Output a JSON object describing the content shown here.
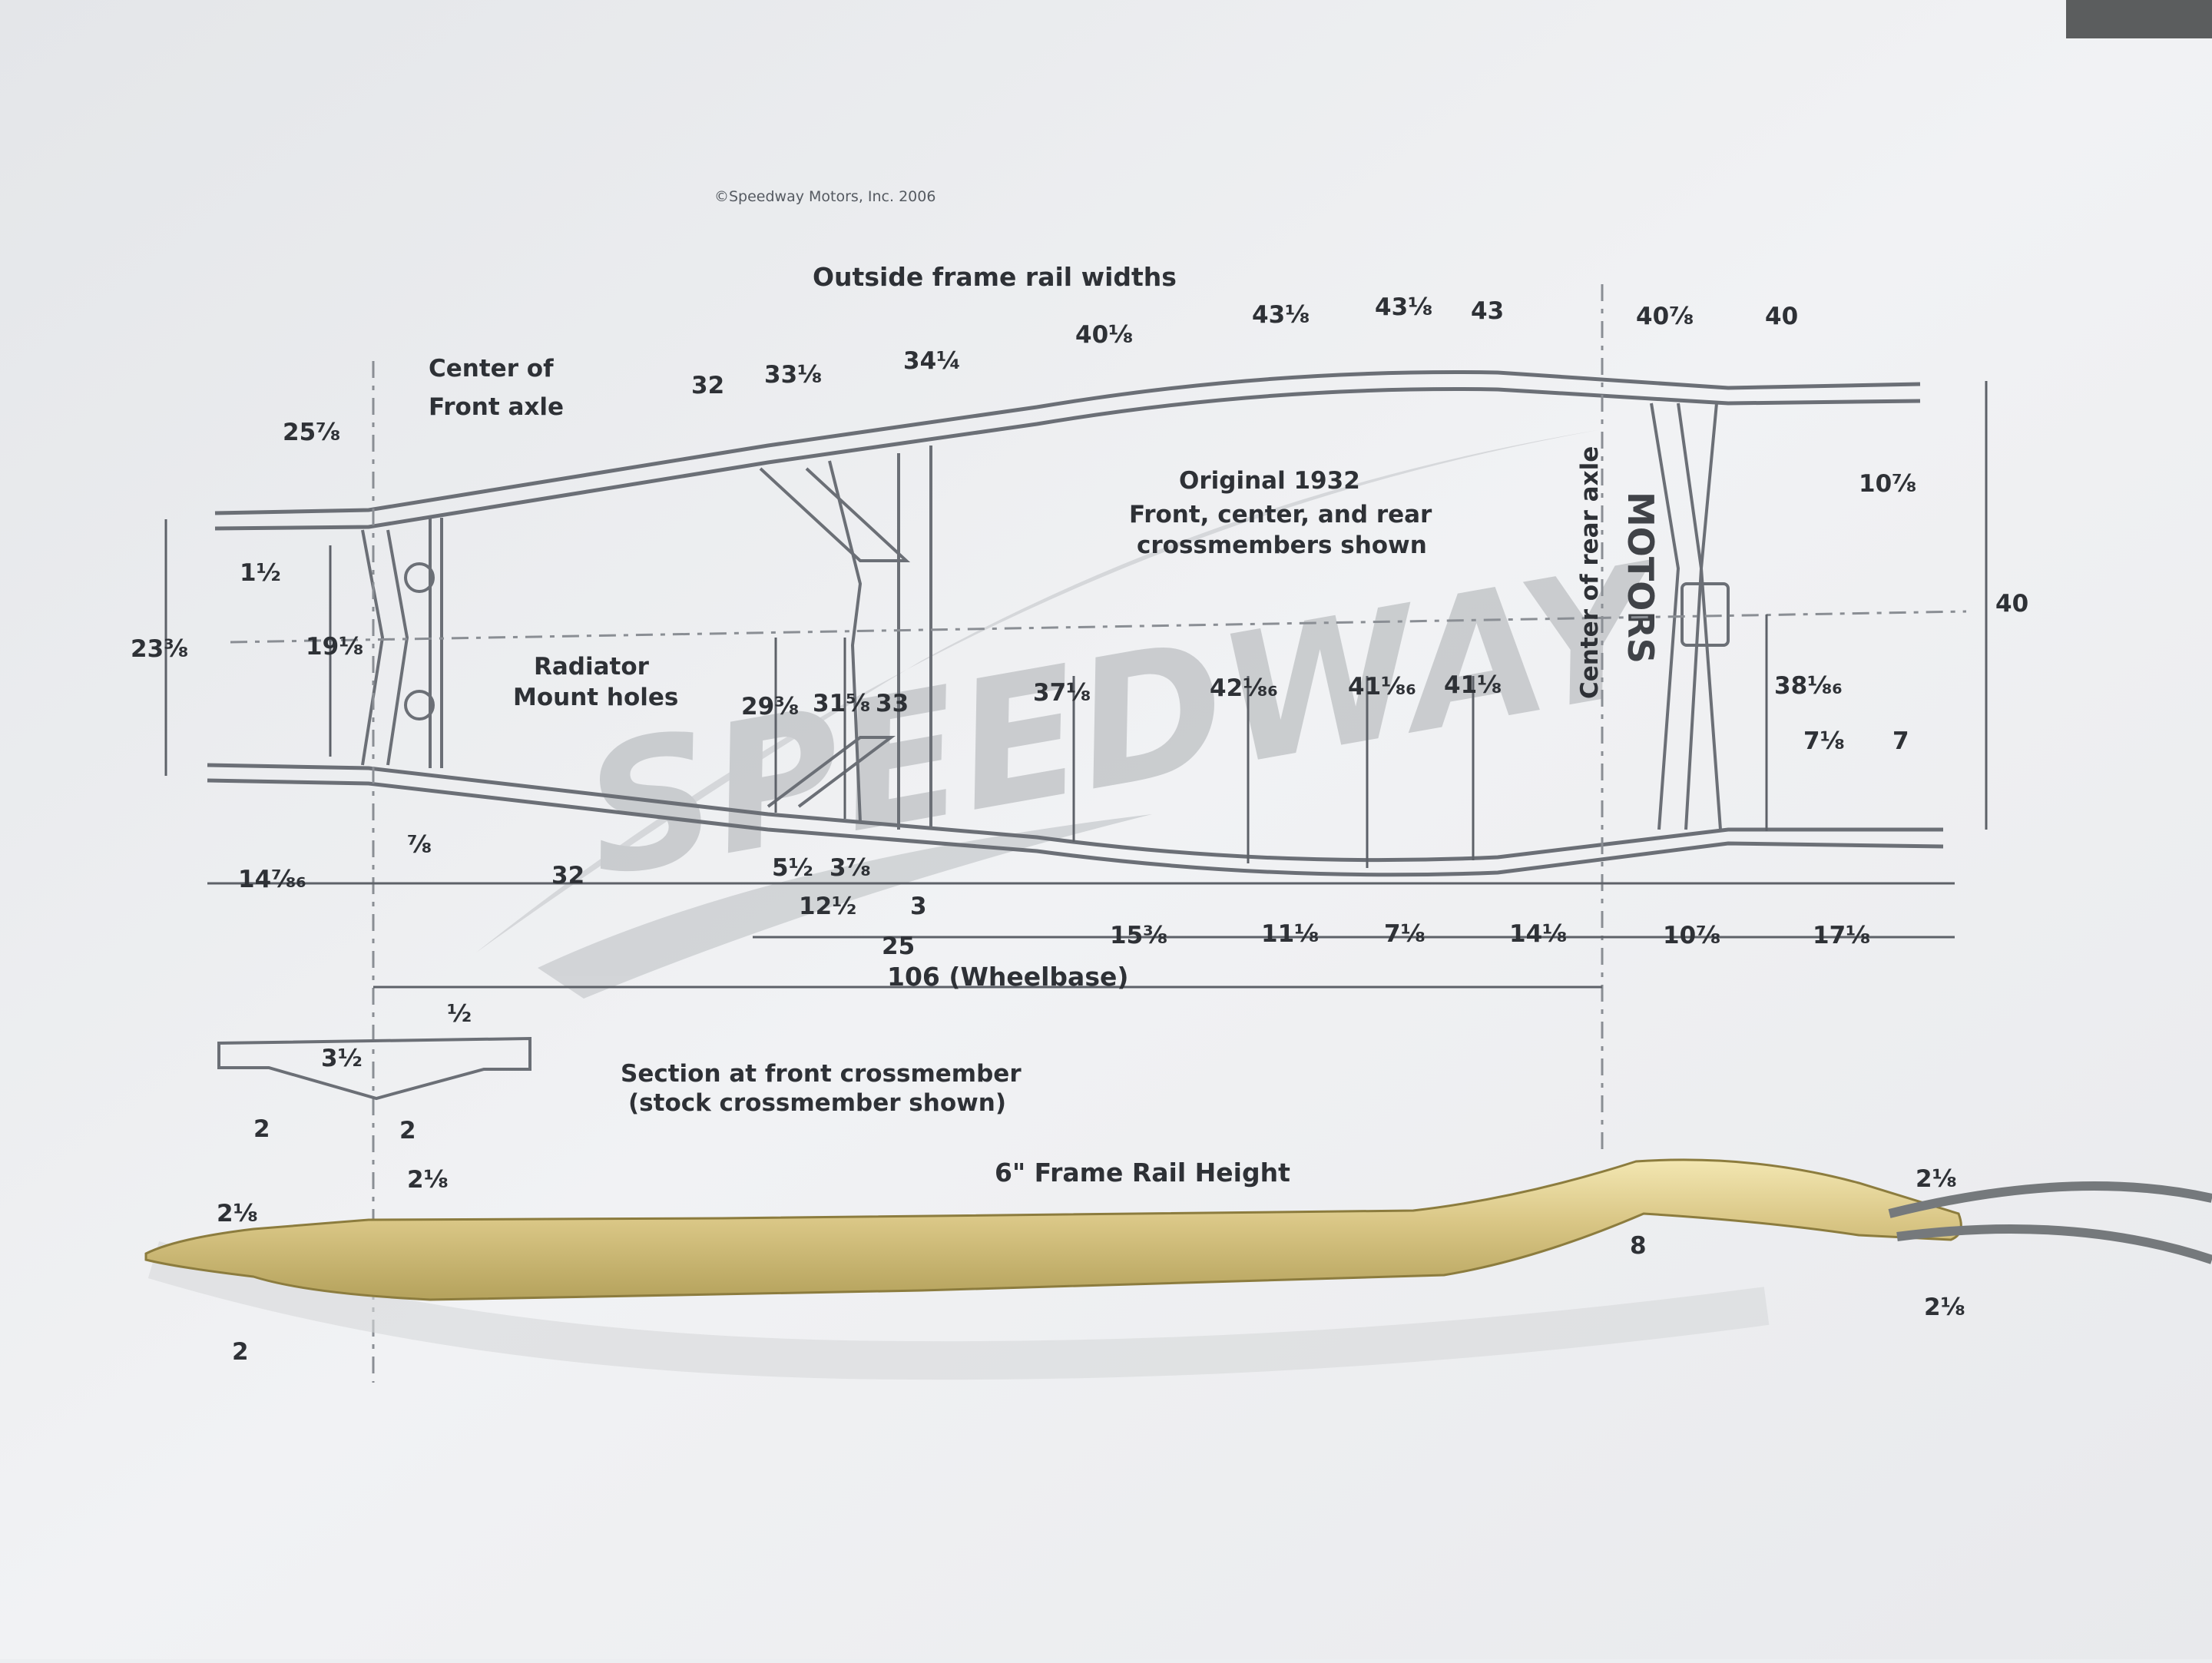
{
  "copyright": "©Speedway Motors, Inc. 2006",
  "title": "Outside frame rail widths",
  "note_lines": [
    "Original 1932",
    "Front, center, and rear",
    "crossmembers shown"
  ],
  "front_axle_lines": [
    "Center of",
    "Front axle"
  ],
  "radiator_lines": [
    "Radiator",
    "Mount holes"
  ],
  "rear_axle_label": "Center of rear axle",
  "section_lines": [
    "Section at front crossmember",
    "(stock crossmember shown)"
  ],
  "rail_height_label": "6\" Frame Rail Height",
  "wheelbase_label": "106 (Wheelbase)",
  "watermark": "SPEEDWAY",
  "watermark_small": "MOTORS",
  "top_widths": [
    "32",
    "33⅛",
    "34¼",
    "40⅛",
    "43⅛",
    "43⅛",
    "43",
    "40⅞",
    "40"
  ],
  "inner_widths": [
    "29⅜",
    "31⅝",
    "33",
    "37⅛",
    "42⅛₆",
    "41⅛₆",
    "41⅛"
  ],
  "left_dims": [
    "25⅞",
    "1½",
    "23⅜",
    "19⅛",
    "⅞"
  ],
  "right_dims": [
    "10⅞",
    "40",
    "38⅛₆",
    "7⅛",
    "7"
  ],
  "bottom_dims": [
    "14⅞₆",
    "32",
    "5½",
    "3⅞",
    "12½",
    "3",
    "25",
    "15⅜",
    "11⅛",
    "7⅛",
    "14⅛",
    "10⅞",
    "17⅛"
  ],
  "section_dims": [
    "½",
    "3½",
    "2",
    "2"
  ],
  "side_dims": [
    "2⅛",
    "2⅛",
    "2",
    "8",
    "2⅛",
    "2⅛"
  ]
}
